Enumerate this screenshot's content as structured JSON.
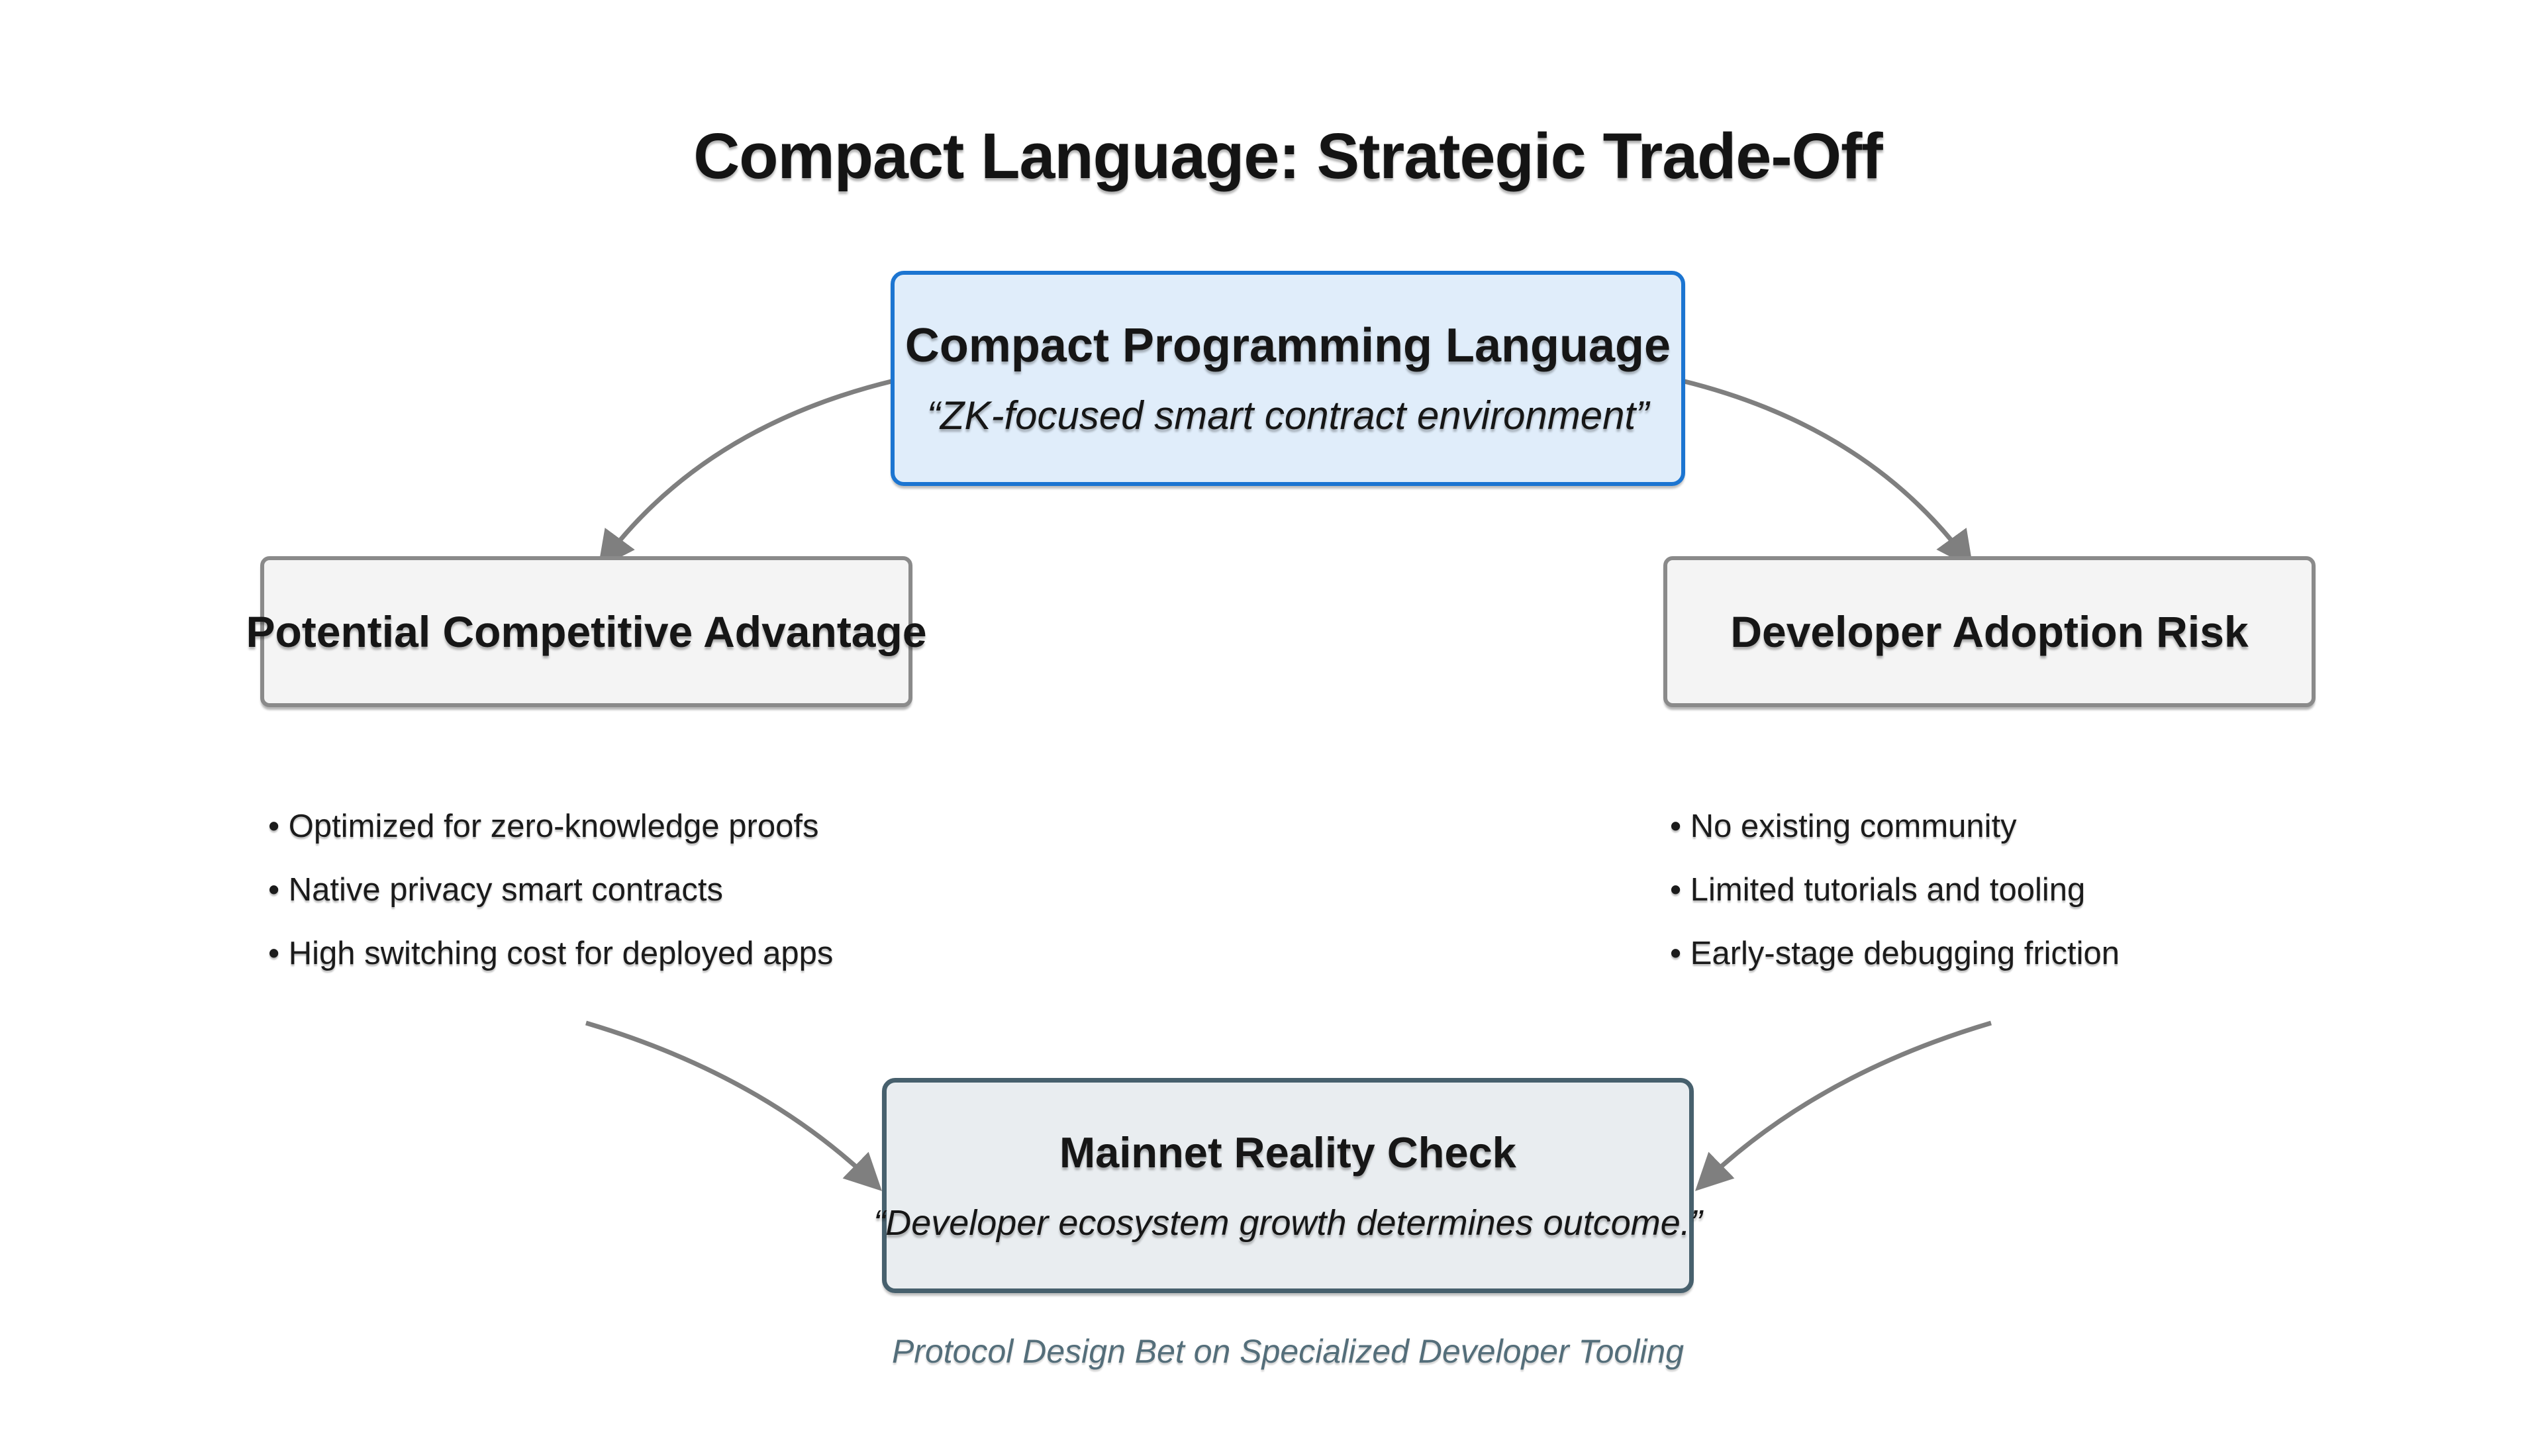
{
  "title": "Compact Language: Strategic Trade-Off",
  "root_node": {
    "title": "Compact Programming Language",
    "subtitle": "“ZK-focused smart contract environment”"
  },
  "advantage_node": {
    "title": "Potential Competitive Advantage",
    "bullets": [
      "Optimized for zero-knowledge proofs",
      "Native privacy smart contracts",
      "High switching cost for deployed apps"
    ]
  },
  "risk_node": {
    "title": "Developer Adoption Risk",
    "bullets": [
      "No existing community",
      "Limited tutorials and tooling",
      "Early-stage debugging friction"
    ]
  },
  "outcome_node": {
    "title": "Mainnet Reality Check",
    "subtitle": "“Developer ecosystem growth determines outcome.”"
  },
  "footer": "Protocol Design Bet on Specialized Developer Tooling",
  "colors": {
    "root_border": "#1c75d1",
    "root_fill": "#e0edfa",
    "side_border": "#8a8a8a",
    "side_fill": "#f4f4f4",
    "outcome_border": "#47606d",
    "outcome_fill": "#e9edf0",
    "arrow": "#7f7f7f",
    "footer_text": "#546e7a"
  }
}
